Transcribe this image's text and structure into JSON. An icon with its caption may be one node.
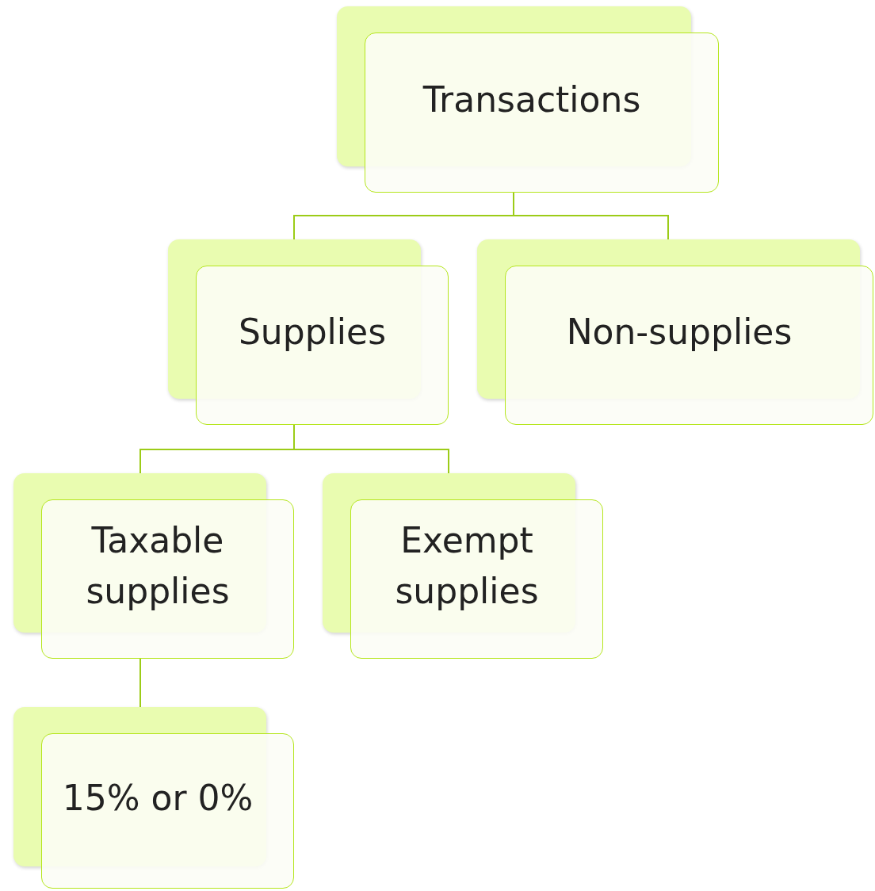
{
  "diagram": {
    "nodes": [
      {
        "text": [
          "Transactions"
        ]
      },
      {
        "text": [
          "Supplies"
        ]
      },
      {
        "text": [
          "Non-supplies"
        ]
      },
      {
        "text": [
          "Taxable supplies"
        ]
      },
      {
        "text": [
          "Exempt supplies"
        ]
      },
      {
        "text": [
          "15% or 0%"
        ]
      }
    ],
    "edges": [
      {
        "from": 0,
        "to": 1,
        "arrow": "none"
      },
      {
        "from": 0,
        "to": 2,
        "arrow": "none"
      },
      {
        "from": 1,
        "to": 3,
        "arrow": "none"
      },
      {
        "from": 1,
        "to": 4,
        "arrow": "none"
      },
      {
        "from": 3,
        "to": 5,
        "arrow": "none"
      }
    ]
  }
}
